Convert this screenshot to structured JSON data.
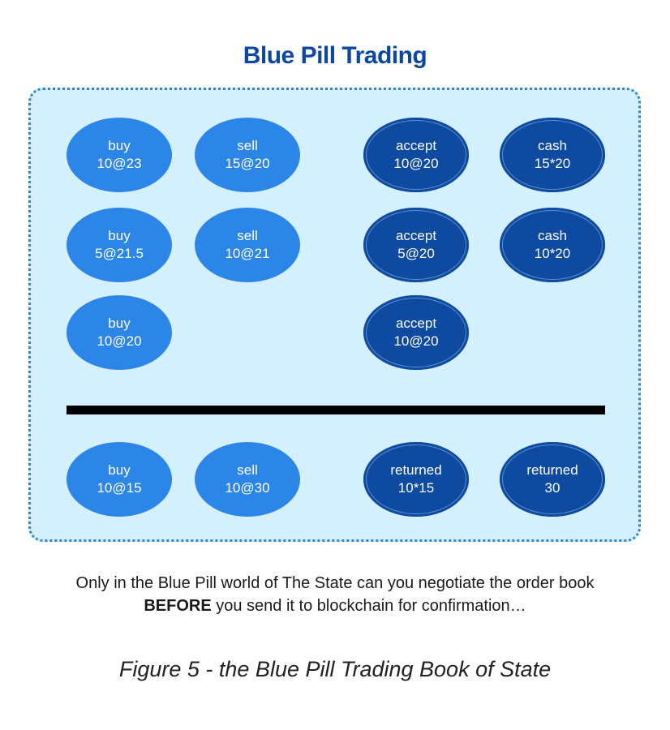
{
  "title": "Blue Pill Trading",
  "nodes": [
    {
      "line1": "buy",
      "line2": "10@23",
      "kind": "order"
    },
    {
      "line1": "sell",
      "line2": "15@20",
      "kind": "order"
    },
    {
      "line1": "accept",
      "line2": "10@20",
      "kind": "settlement"
    },
    {
      "line1": "cash",
      "line2": "15*20",
      "kind": "settlement"
    },
    {
      "line1": "buy",
      "line2": "5@21.5",
      "kind": "order"
    },
    {
      "line1": "sell",
      "line2": "10@21",
      "kind": "order"
    },
    {
      "line1": "accept",
      "line2": "5@20",
      "kind": "settlement"
    },
    {
      "line1": "cash",
      "line2": "10*20",
      "kind": "settlement"
    },
    {
      "line1": "buy",
      "line2": "10@20",
      "kind": "order"
    },
    {
      "line1": "accept",
      "line2": "10@20",
      "kind": "settlement"
    },
    {
      "line1": "buy",
      "line2": "10@15",
      "kind": "order"
    },
    {
      "line1": "sell",
      "line2": "10@30",
      "kind": "order"
    },
    {
      "line1": "returned",
      "line2": "10*15",
      "kind": "settlement"
    },
    {
      "line1": "returned",
      "line2": "30",
      "kind": "settlement"
    }
  ],
  "caption": {
    "line1": "Only in the Blue Pill world of The State can you negotiate the order book",
    "emphasis": "BEFORE",
    "line2_rest": " you send it to blockchain for confirmation…"
  },
  "figure_caption": "Figure 5 - the Blue Pill Trading Book of State",
  "colors": {
    "order_fill": "#2b86e8",
    "settlement_fill": "#0d4aa0",
    "panel_fill": "#d4effd",
    "panel_border": "#2b86d8",
    "title": "#0d47a1"
  }
}
